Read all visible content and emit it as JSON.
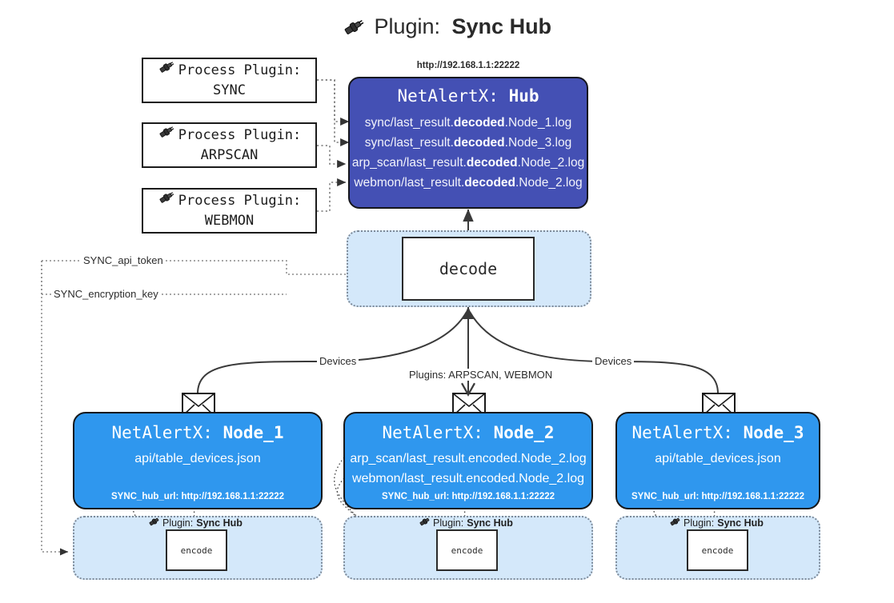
{
  "title": {
    "prefix": "Plugin:",
    "name": "Sync Hub",
    "icon": "plug-icon"
  },
  "colors": {
    "hub_fill": "#4450b4",
    "node_fill": "#2f97ee",
    "container_fill": "#d4e8fa",
    "box_stroke": "#1b1b1b",
    "page_bg": "#ffffff"
  },
  "process_plugins": [
    {
      "line1": "Process Plugin:",
      "line2": "SYNC",
      "icon": "plug-icon"
    },
    {
      "line1": "Process Plugin:",
      "line2": "ARPSCAN",
      "icon": "plug-icon"
    },
    {
      "line1": "Process Plugin:",
      "line2": "WEBMON",
      "icon": "plug-icon"
    }
  ],
  "hub": {
    "url": "http://192.168.1.1:22222",
    "title_prefix": "NetAlertX:",
    "title_name": "Hub",
    "logs": [
      {
        "pre": "sync/last_result.",
        "mid": "decoded",
        "post": ".Node_1.log"
      },
      {
        "pre": "sync/last_result.",
        "mid": "decoded",
        "post": ".Node_3.log"
      },
      {
        "pre": "arp_scan/last_result.",
        "mid": "decoded",
        "post": ".Node_2.log"
      },
      {
        "pre": "webmon/last_result.",
        "mid": "decoded",
        "post": ".Node_2.log"
      }
    ]
  },
  "decode": {
    "label": "decode"
  },
  "secrets": [
    {
      "label": "SYNC_api_token"
    },
    {
      "label": "SYNC_encryption_key"
    }
  ],
  "edge_labels": {
    "devices_left": "Devices",
    "devices_right": "Devices",
    "plugins_middle": "Plugins: ARPSCAN, WEBMON"
  },
  "nodes": [
    {
      "title_prefix": "NetAlertX:",
      "title_name": "Node_1",
      "lines": [
        "api/table_devices.json"
      ],
      "footer": "SYNC_hub_url: http://192.168.1.1:22222",
      "plugin_caption_prefix": "Plugin:",
      "plugin_caption_name": "Sync Hub",
      "encode_label": "encode",
      "envelope_icon": "envelope-icon"
    },
    {
      "title_prefix": "NetAlertX:",
      "title_name": "Node_2",
      "lines": [
        "arp_scan/last_result.encoded.Node_2.log",
        "webmon/last_result.encoded.Node_2.log"
      ],
      "footer": "SYNC_hub_url: http://192.168.1.1:22222",
      "plugin_caption_prefix": "Plugin:",
      "plugin_caption_name": "Sync Hub",
      "encode_label": "encode",
      "envelope_icon": "envelope-icon"
    },
    {
      "title_prefix": "NetAlertX:",
      "title_name": "Node_3",
      "lines": [
        "api/table_devices.json"
      ],
      "footer": "SYNC_hub_url: http://192.168.1.1:22222",
      "plugin_caption_prefix": "Plugin:",
      "plugin_caption_name": "Sync Hub",
      "encode_label": "encode",
      "envelope_icon": "envelope-icon"
    }
  ]
}
